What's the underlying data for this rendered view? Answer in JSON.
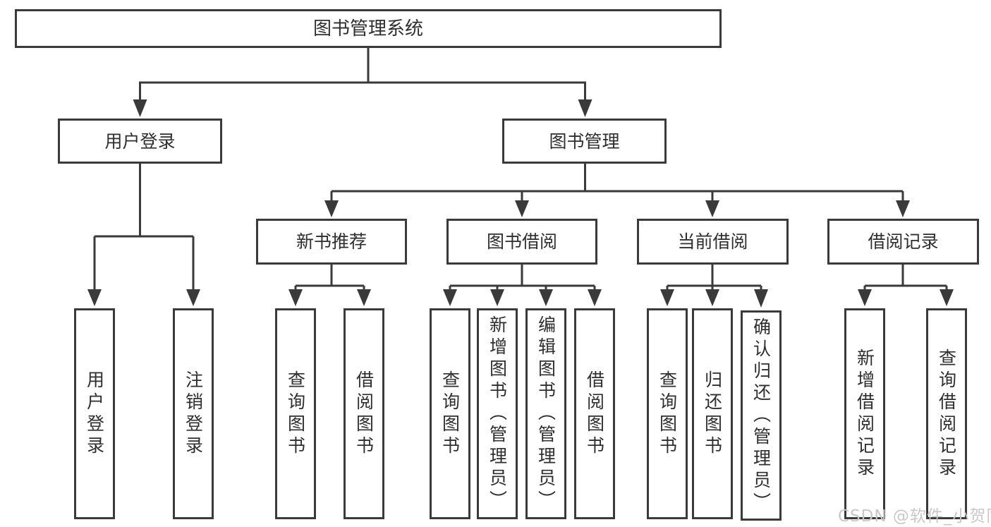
{
  "diagram": {
    "title_node": {
      "label": "图书管理系统"
    },
    "level2": [
      {
        "label": "用户登录"
      },
      {
        "label": "图书管理"
      }
    ],
    "level3": [
      {
        "label": "新书推荐",
        "parent": "图书管理"
      },
      {
        "label": "图书借阅",
        "parent": "图书管理"
      },
      {
        "label": "当前借阅",
        "parent": "图书管理"
      },
      {
        "label": "借阅记录",
        "parent": "图书管理"
      }
    ],
    "leaves": [
      {
        "label": "用户登录",
        "parent": "用户登录"
      },
      {
        "label": "注销登录",
        "parent": "用户登录"
      },
      {
        "label": "查询图书",
        "parent": "新书推荐"
      },
      {
        "label": "借阅图书",
        "parent": "新书推荐"
      },
      {
        "label": "查询图书",
        "parent": "图书借阅"
      },
      {
        "label": "新增图书（管理员）",
        "parent": "图书借阅"
      },
      {
        "label": "编辑图书（管理员）",
        "parent": "图书借阅"
      },
      {
        "label": "借阅图书",
        "parent": "图书借阅"
      },
      {
        "label": "查询图书",
        "parent": "当前借阅"
      },
      {
        "label": "归还图书",
        "parent": "当前借阅"
      },
      {
        "label": "确认归还（管理员）",
        "parent": "当前借阅"
      },
      {
        "label": "新增借阅记录",
        "parent": "借阅记录"
      },
      {
        "label": "查询借阅记录",
        "parent": "借阅记录"
      }
    ],
    "colors": {
      "line": "#3a3a3a",
      "text": "#2e2e2e",
      "background": "#ffffff",
      "watermark": "#c8c8c8"
    },
    "watermark": {
      "text": "CSDN @软件_小贺同学"
    }
  }
}
